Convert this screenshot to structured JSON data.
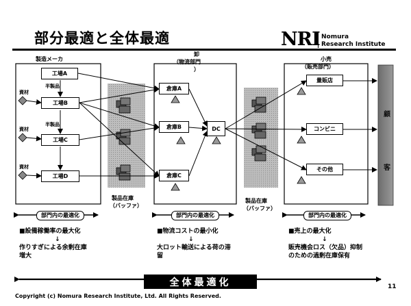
{
  "title": "部分最適と全体最適",
  "logo": {
    "mark": "NRI",
    "line1": "Nomura",
    "line2": "Research Institute"
  },
  "columns": {
    "maker": {
      "label": "製造メーカ",
      "half_product_label": "半製品",
      "material_label": "資材",
      "factories": [
        "工場A",
        "工場B",
        "工場C",
        "工場D"
      ]
    },
    "logistics": {
      "label_1": "卸",
      "label_2": "（物流部門",
      "label_3": "）",
      "warehouses": [
        "倉庫A",
        "倉庫B",
        "倉庫C"
      ],
      "dc": "DC"
    },
    "retail": {
      "label_1": "小売",
      "label_2": "（販売部門）",
      "stores": [
        "量販店",
        "コンビニ",
        "その他"
      ]
    }
  },
  "buffer_1": {
    "line1": "製品在庫",
    "line2": "（バッファ）"
  },
  "buffer_2": {
    "line1": "製品在庫",
    "line2": "（バッファ）"
  },
  "customer": {
    "top": "顧",
    "bottom": "客"
  },
  "section_optimization_label": "部門内の最適化",
  "bullets": {
    "maker": {
      "line1": "■設備稼働率の最大化",
      "arrow": "↓",
      "line2": "作りすぎによる余剰在庫",
      "line3": "増大"
    },
    "logistics": {
      "line1": "■物流コストの最小化",
      "arrow": "↓",
      "line2": "大ロット輸送による荷の滞",
      "line3": "留"
    },
    "retail": {
      "line1": "■売上の最大化",
      "arrow": "↓",
      "line2": "販売機会ロス（欠品）抑制",
      "line3": "のための過剰在庫保有"
    }
  },
  "overall_banner": "全体最適化",
  "page_number": "11",
  "footer": "Copyright (c) Nomura Research Institute, Ltd. All Rights Reserved."
}
